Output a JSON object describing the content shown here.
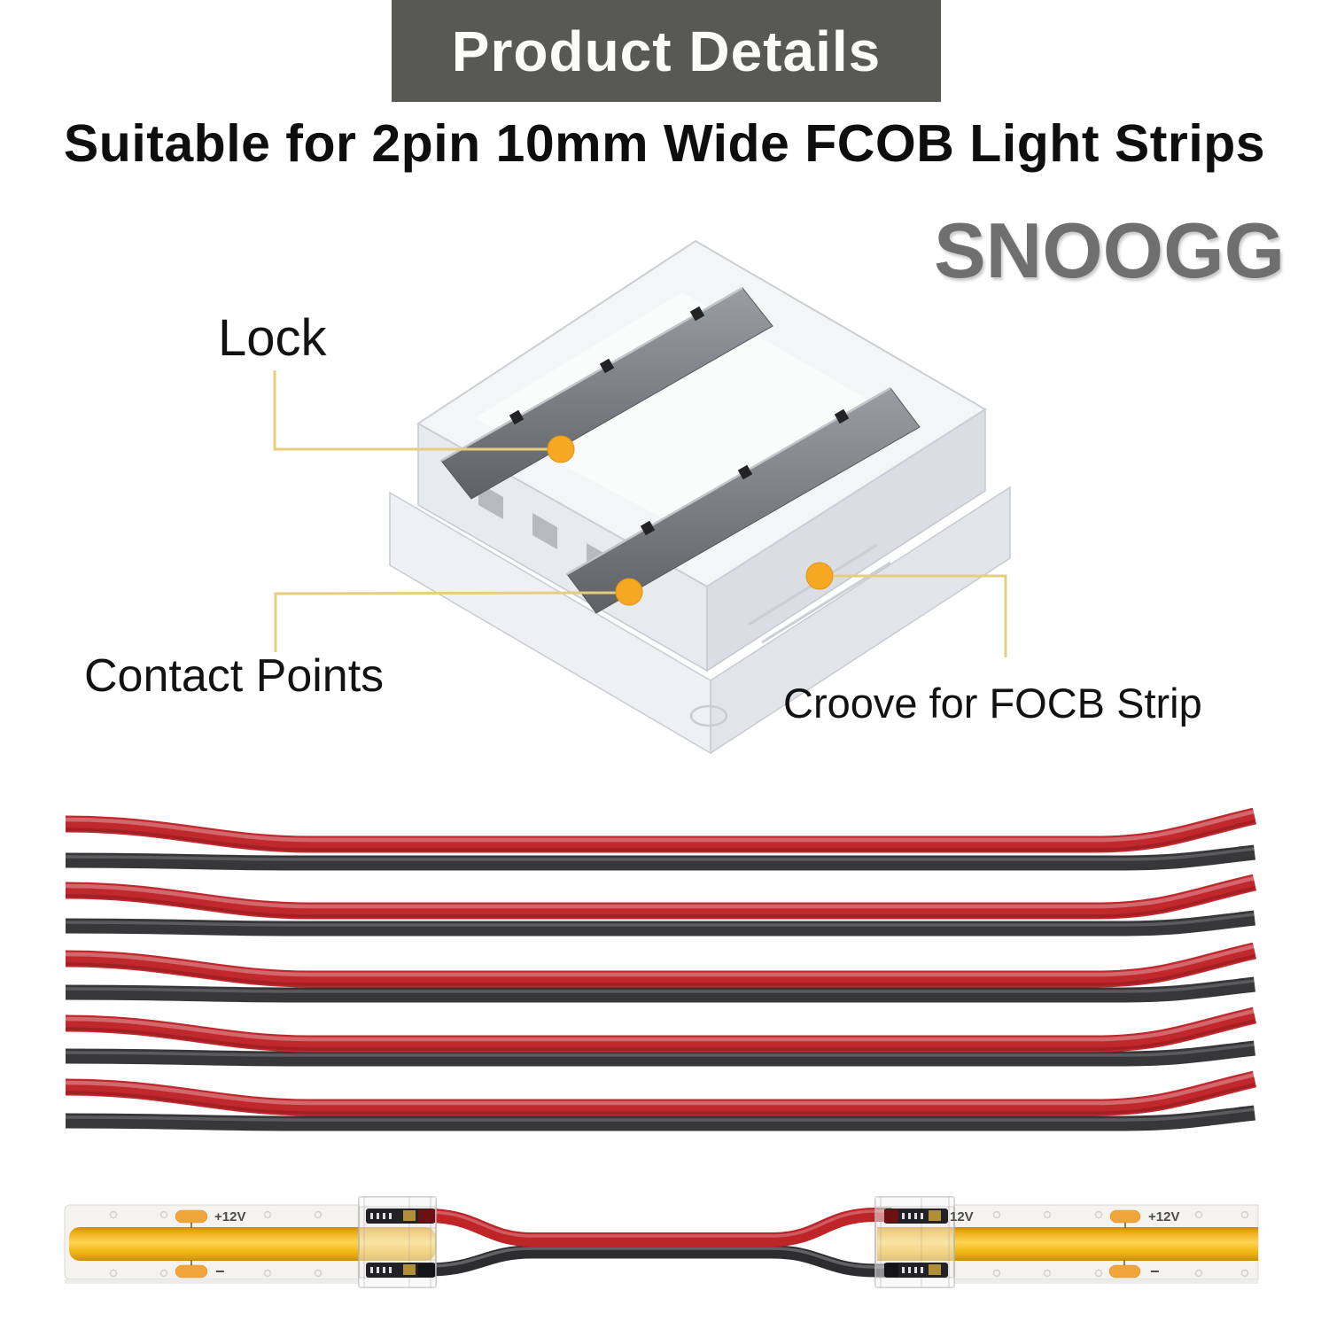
{
  "banner": {
    "label": "Product Details",
    "bg_color": "#585854",
    "text_color": "#fcfcfa"
  },
  "subtitle": "Suitable for 2pin 10mm Wide FCOB Light Strips",
  "brand": "SNOOGG",
  "callouts": {
    "lock": {
      "label": "Lock"
    },
    "contact_points": {
      "label": "Contact Points"
    },
    "groove": {
      "label": "Croove for FOCB Strip"
    },
    "line_color": "#e6ce7e",
    "dot_color": "#f7a823"
  },
  "wires": {
    "pair_count": 5,
    "red_color": "#c1282d",
    "black_color": "#37373a"
  },
  "led_strip": {
    "positive_label": "+12V",
    "positive_label_partial": "12V",
    "negative_label": "−",
    "cob_color": "#ffd454",
    "pad_color": "#f0a43c",
    "pcb_color": "#f4f3ef"
  }
}
